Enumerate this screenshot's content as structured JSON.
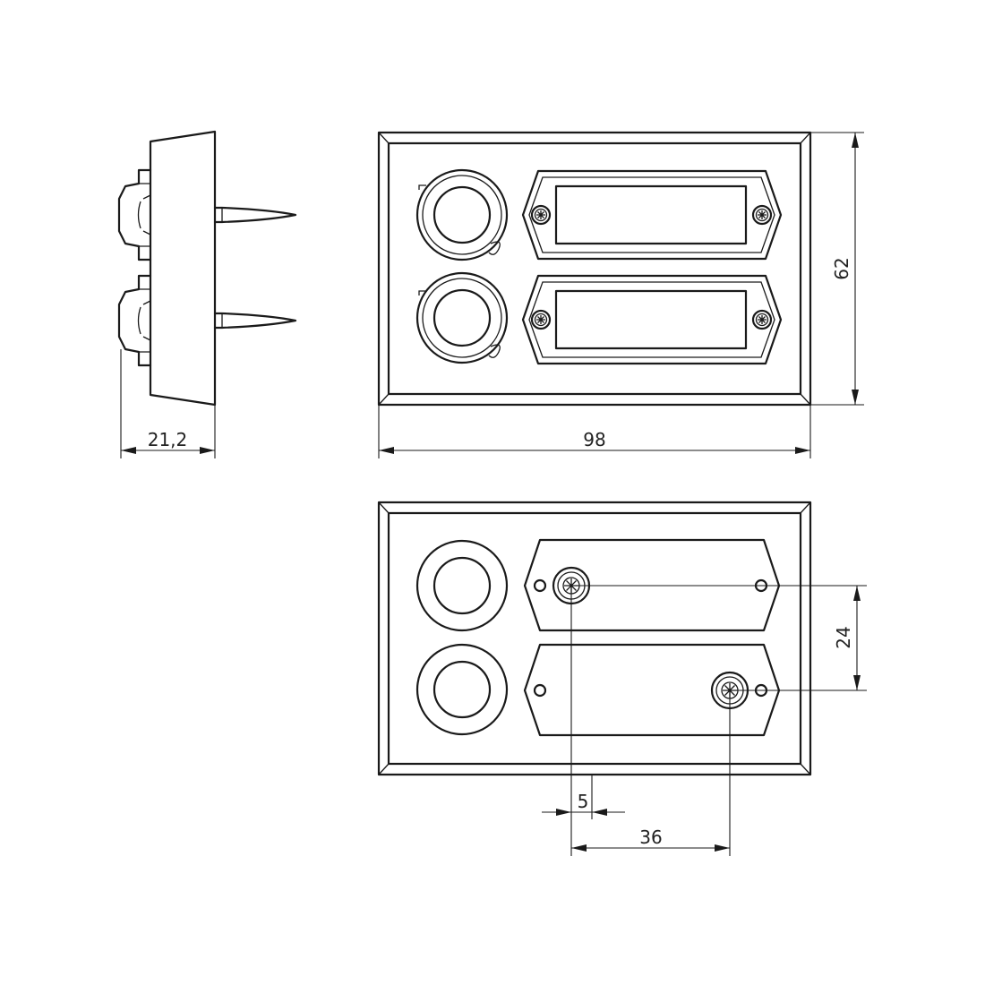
{
  "dimensions": {
    "side_depth": "21,2",
    "front_width": "98",
    "front_height": "62",
    "screw_spacing_vertical": "24",
    "screw_offset": "5",
    "screw_spacing_horizontal": "36"
  },
  "colors": {
    "line": "#1a1a1a",
    "background": "#ffffff"
  }
}
